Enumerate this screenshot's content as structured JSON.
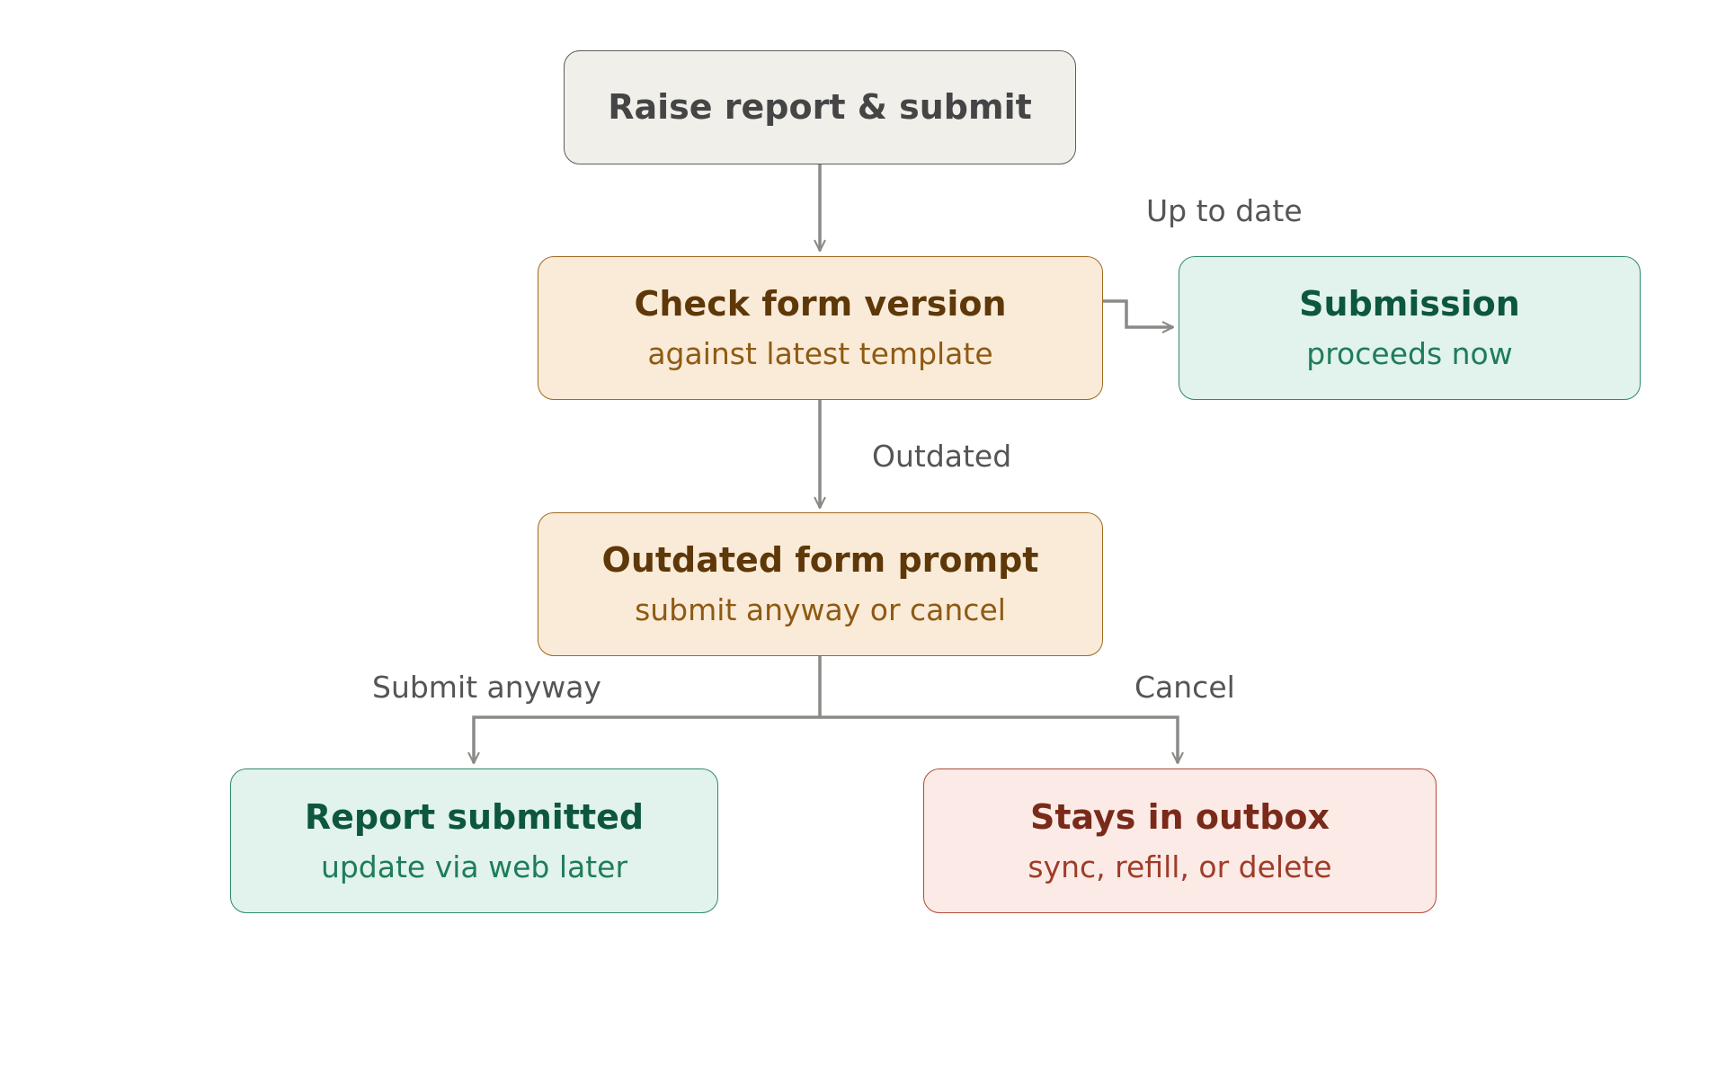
{
  "nodes": {
    "start": {
      "title": "Raise report & submit"
    },
    "check": {
      "title": "Check form version",
      "subtitle": "against latest template"
    },
    "submission": {
      "title": "Submission",
      "subtitle": "proceeds now"
    },
    "prompt": {
      "title": "Outdated form prompt",
      "subtitle": "submit anyway or cancel"
    },
    "submitted": {
      "title": "Report submitted",
      "subtitle": "update via web later"
    },
    "outbox": {
      "title": "Stays in outbox",
      "subtitle": "sync, refill, or delete"
    }
  },
  "edges": {
    "up_to_date": "Up to date",
    "outdated": "Outdated",
    "submit_anyway": "Submit anyway",
    "cancel": "Cancel"
  },
  "colors": {
    "connector": "#8a8a86",
    "neutral_fill": "#f1efea",
    "amber_fill": "#faebd8",
    "green_fill": "#e1f3ec",
    "red_fill": "#fbeae6"
  }
}
